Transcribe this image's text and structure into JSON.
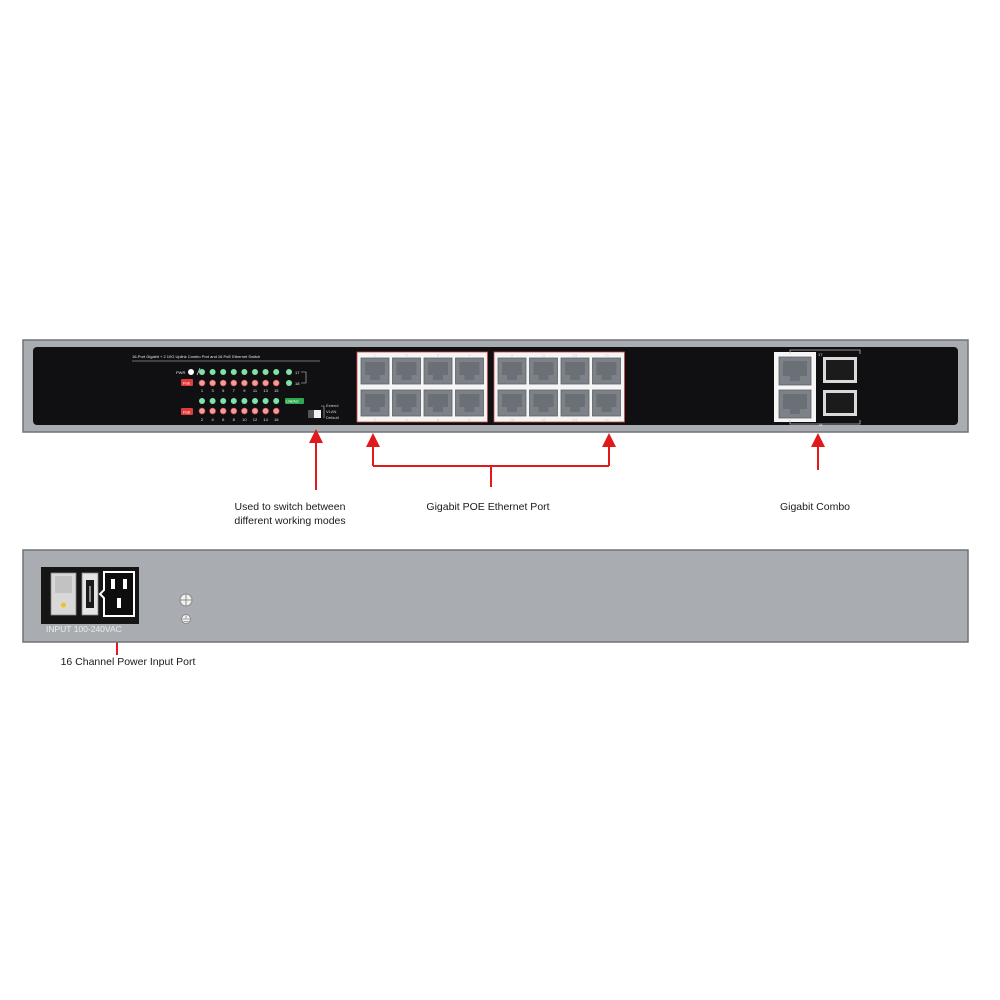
{
  "front_panel": {
    "model_text": "16-Port Gigabit + 2 10G Uplink Combo Port and 16 PoE Ethernet Switch",
    "pwr_label": "PWR",
    "poe_label": "PoE",
    "top_port_numbers": [
      "1",
      "3",
      "5",
      "7",
      "9",
      "11",
      "13",
      "15"
    ],
    "bottom_port_numbers": [
      "2",
      "4",
      "6",
      "8",
      "10",
      "12",
      "14",
      "16"
    ],
    "led_top_numbers": [
      "1",
      "3",
      "5",
      "7",
      "9",
      "11",
      "13",
      "15"
    ],
    "led_bottom_numbers": [
      "2",
      "4",
      "6",
      "8",
      "10",
      "12",
      "14",
      "16"
    ],
    "combo_top_number": "17",
    "combo_bottom_number": "18",
    "link_label": "Link/Act",
    "combo_led_labels": [
      "17",
      "18"
    ],
    "mode_labels": [
      "Extend",
      "VLAN",
      "Default"
    ]
  },
  "rear_panel": {
    "power_label": "INPUT 100-240VAC"
  },
  "callouts": {
    "mode_switch": [
      "Used to switch between",
      "different working modes"
    ],
    "poe_ports": "Gigabit POE Ethernet Port",
    "combo": "Gigabit Combo",
    "power_input": "16 Channel Power Input Port"
  },
  "colors": {
    "panel": "#a9adb2",
    "face": "#101012",
    "port": "#7c8288",
    "arrow": "#e0191c",
    "led_green": "#7fe3a8",
    "led_red": "#e23a3a"
  }
}
